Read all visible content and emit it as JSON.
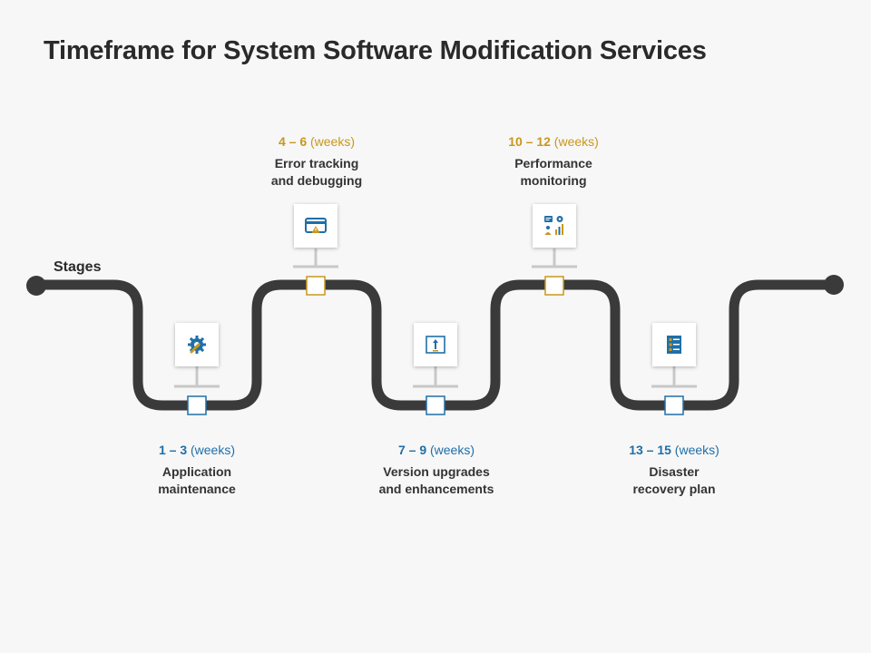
{
  "title": "Timeframe for System Software Modification Services",
  "track_label": "Stages",
  "colors": {
    "track": "#3a3a3a",
    "blue": "#1f6fa8",
    "gold": "#c9971c",
    "connector": "#c8c8c8"
  },
  "stages": [
    {
      "range": "1 – 3",
      "unit": "(weeks)",
      "line1": "Application",
      "line2": "maintenance",
      "icon": "gear-wrench-icon",
      "accent": "blue"
    },
    {
      "range": "4 – 6",
      "unit": "(weeks)",
      "line1": "Error tracking",
      "line2": "and debugging",
      "icon": "warning-card-icon",
      "accent": "gold"
    },
    {
      "range": "7 – 9",
      "unit": "(weeks)",
      "line1": "Version upgrades",
      "line2": "and enhancements",
      "icon": "upgrade-arrow-icon",
      "accent": "blue"
    },
    {
      "range": "10 – 12",
      "unit": "(weeks)",
      "line1": "Performance",
      "line2": "monitoring",
      "icon": "performance-dashboard-icon",
      "accent": "gold"
    },
    {
      "range": "13 – 15",
      "unit": "(weeks)",
      "line1": "Disaster",
      "line2": "recovery plan",
      "icon": "recovery-checklist-icon",
      "accent": "blue"
    }
  ]
}
